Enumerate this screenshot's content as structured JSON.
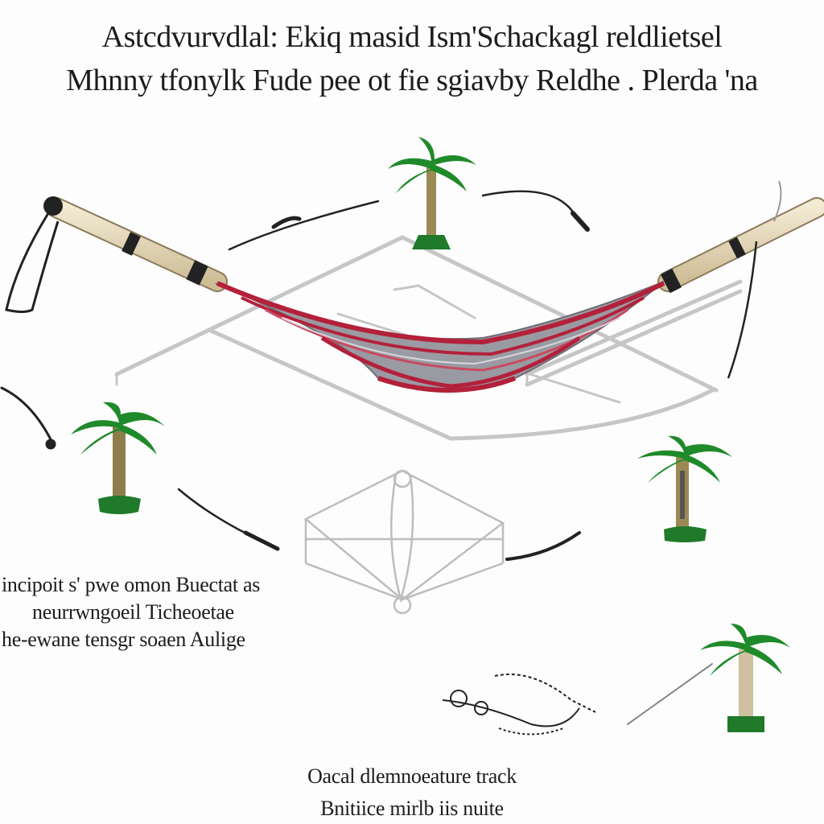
{
  "header": {
    "line1": "Astcdvurvdlal: Ekiq masid Ism'Schackagl reldlietsel",
    "line2": "Mhnny tfonylk Fude pee ot fie sgiavby Reldhe . Plerda 'na"
  },
  "caption_left": {
    "line1": "incipoit s' pwe omon Buectat as",
    "line2": "neurrwngoeil Ticheoetae",
    "line3": "he-ewane tensgr soaen Aulige"
  },
  "caption_bottom": {
    "line1": "Oacal dlemnoeature track",
    "line2": "Bnitiice mirlb iis nuite"
  },
  "colors": {
    "palm_leaf": "#1f8a2a",
    "trunk": "#9c8a55",
    "hammock_red": "#b3203a",
    "hammock_grey": "#8f8f96",
    "pole": "#e8dcc0",
    "frame": "#c8c8c8"
  }
}
